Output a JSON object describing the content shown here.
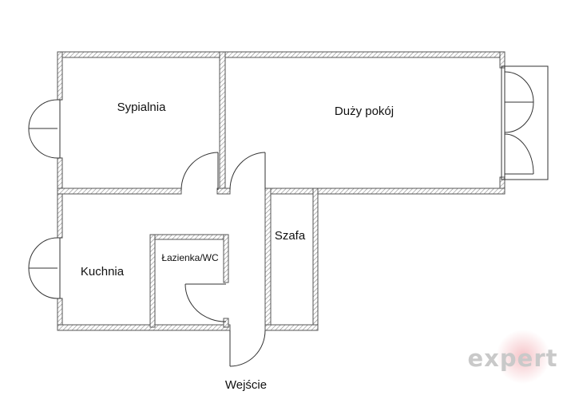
{
  "floor_plan": {
    "rooms": {
      "bedroom": "Sypialnia",
      "living_room": "Duży pokój",
      "kitchen": "Kuchnia",
      "bathroom": "Łazienka/WC",
      "wardrobe": "Szafa"
    },
    "entrance": "Wejście"
  },
  "watermark": {
    "text": "expert"
  },
  "colors": {
    "wall_outline": "#555555",
    "wall_hatch": "#9a9a9a",
    "line": "#333333",
    "watermark": "#c9c9c9",
    "watermark_accent": "#e7a7ad"
  }
}
